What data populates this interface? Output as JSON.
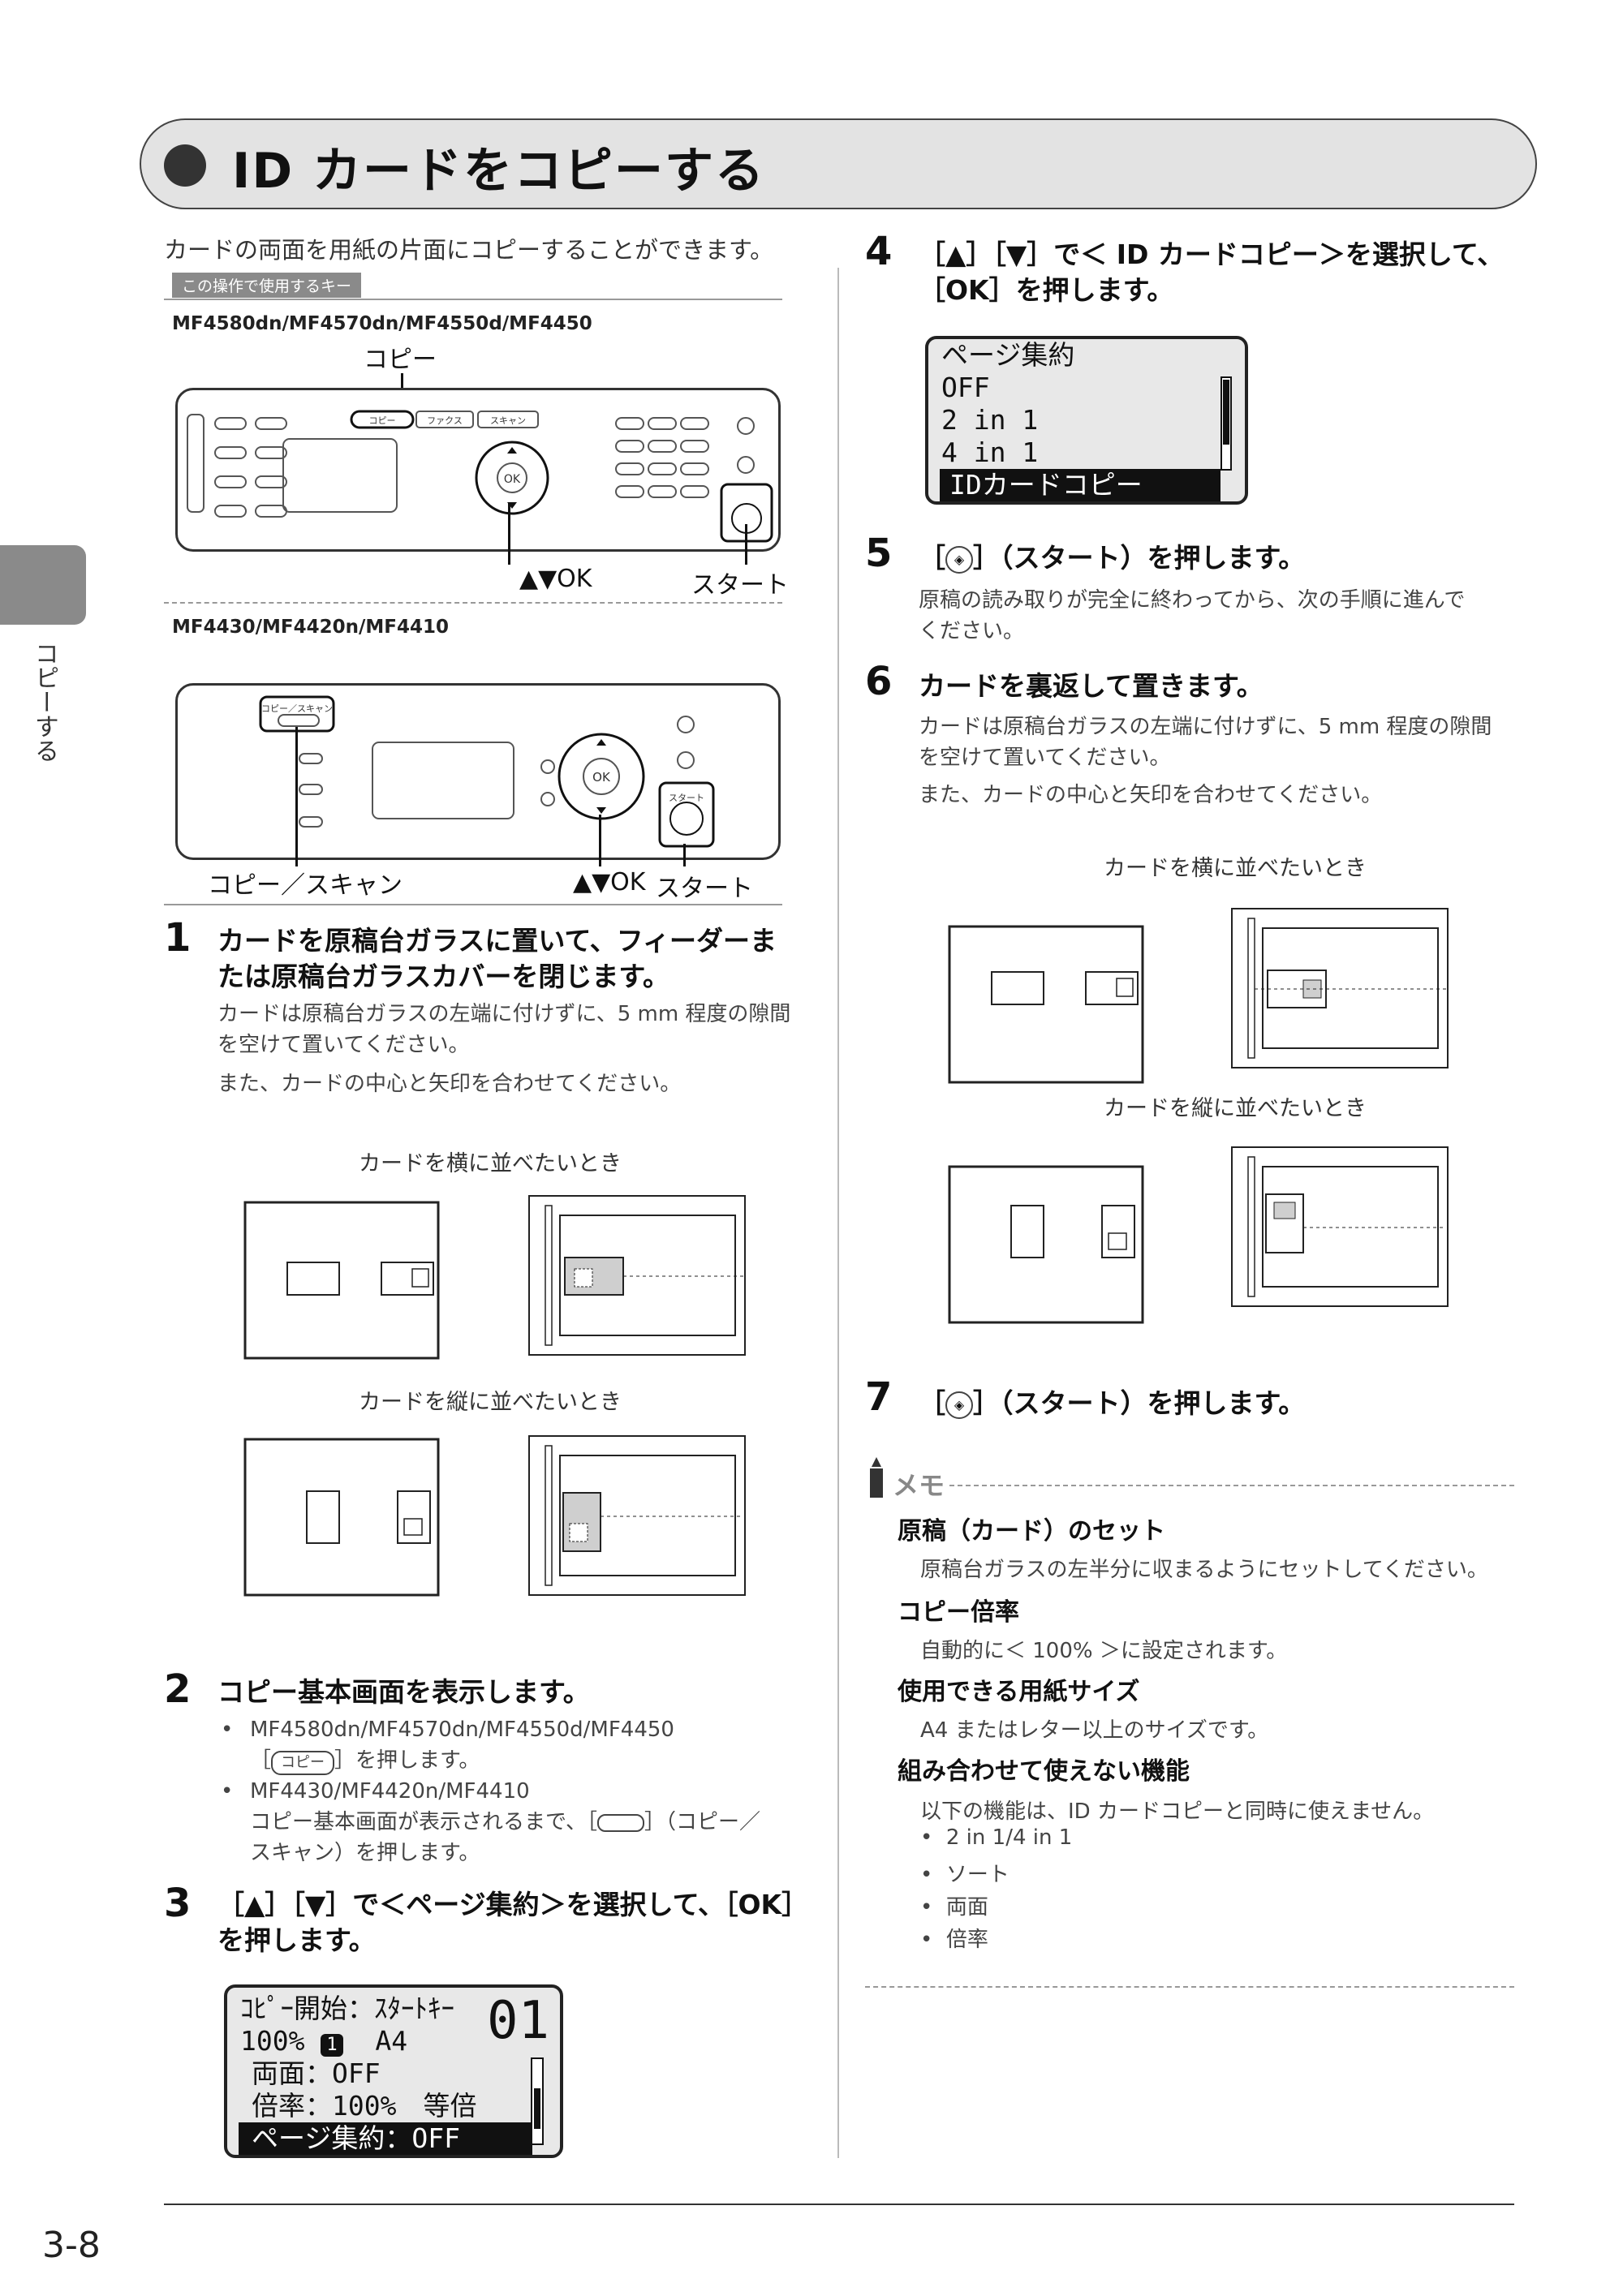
{
  "header": {
    "title": "ID カードをコピーする",
    "side_tab_label": "コピーする"
  },
  "intro": {
    "text": "カードの両面を用紙の片面にコピーすることができます。",
    "keys_label": "この操作で使用するキー"
  },
  "panel_a": {
    "models": "MF4580dn/MF4570dn/MF4550d/MF4450",
    "label_copy": "コピー",
    "label_ok": "▲▼OK",
    "label_start": "スタート",
    "button_copy": "コピー",
    "button_fax": "ファクス",
    "button_scan": "スキャン",
    "button_ok": "OK"
  },
  "panel_b": {
    "models": "MF4430/MF4420n/MF4410",
    "label_copy_scan": "コピー／スキャン",
    "label_ok": "▲▼OK",
    "label_start": "スタート",
    "button_copy_scan": "コピー／スキャン",
    "button_ok": "OK",
    "small_start": "スタート"
  },
  "steps": {
    "s1": {
      "num": "1",
      "head_l1": "カードを原稿台ガラスに置いて、フィーダーま",
      "head_l2": "たは原稿台ガラスカバーを閉じます。",
      "body_l1": "カードは原稿台ガラスの左端に付けずに、5 mm 程度の隙間",
      "body_l2": "を空けて置いてください。",
      "body_l3": "また、カードの中心と矢印を合わせてください。",
      "cap_h": "カードを横に並べたいとき",
      "cap_v": "カードを縦に並べたいとき"
    },
    "s2": {
      "num": "2",
      "head": "コピー基本画面を表示します。",
      "b1_model": "MF4580dn/MF4570dn/MF4550d/MF4450",
      "b1_action_pre": "［",
      "b1_key": "コピー",
      "b1_action_post": "］を押します。",
      "b2_model": "MF4430/MF4420n/MF4410",
      "b2_l1": "コピー基本画面が表示されるまで、［",
      "b2_l1_post": "］（コピー／",
      "b2_l2": "スキャン）を押します。"
    },
    "s3": {
      "num": "3",
      "head_l1": "［▲］［▼］で＜ページ集約＞を選択して、［OK］",
      "head_l2": "を押します。",
      "lcd": {
        "r1": "ｺﾋﾟｰ開始：ｽﾀｰﾄｷｰ",
        "counter": "01",
        "r2": "100%",
        "r2_badge": "1",
        "r2_paper": "A4",
        "r3": "両面：OFF",
        "r4": "倍率：100%　等倍",
        "r5": "ページ集約：OFF"
      }
    },
    "s4": {
      "num": "4",
      "head_l1": "［▲］［▼］で＜ ID カードコピー＞を選択して、",
      "head_l2": "［OK］を押します。",
      "lcd": {
        "r1": "ページ集約",
        "r2": "OFF",
        "r3": "2 in 1",
        "r4": "4 in 1",
        "r5": "IDカードコピー"
      }
    },
    "s5": {
      "num": "5",
      "head": "（スタート）を押します。",
      "body_l1": "原稿の読み取りが完全に終わってから、次の手順に進んで",
      "body_l2": "ください。"
    },
    "s6": {
      "num": "6",
      "head": "カードを裏返して置きます。",
      "body_l1": "カードは原稿台ガラスの左端に付けずに、5 mm 程度の隙間",
      "body_l2": "を空けて置いてください。",
      "body_l3": "また、カードの中心と矢印を合わせてください。",
      "cap_h": "カードを横に並べたいとき",
      "cap_v": "カードを縦に並べたいとき"
    },
    "s7": {
      "num": "7",
      "head": "（スタート）を押します。"
    }
  },
  "memo": {
    "label": "メモ",
    "items": [
      {
        "title": "原稿（カード）のセット",
        "body": "原稿台ガラスの左半分に収まるようにセットしてください。"
      },
      {
        "title": "コピー倍率",
        "body": "自動的に＜ 100% ＞に設定されます。"
      },
      {
        "title": "使用できる用紙サイズ",
        "body": "A4 またはレター以上のサイズです。"
      },
      {
        "title": "組み合わせて使えない機能",
        "body": "以下の機能は、ID カードコピーと同時に使えません。"
      }
    ],
    "list": [
      "2 in 1/4 in 1",
      "ソート",
      "両面",
      "倍率"
    ]
  },
  "footer": {
    "page_number": "3-8"
  }
}
